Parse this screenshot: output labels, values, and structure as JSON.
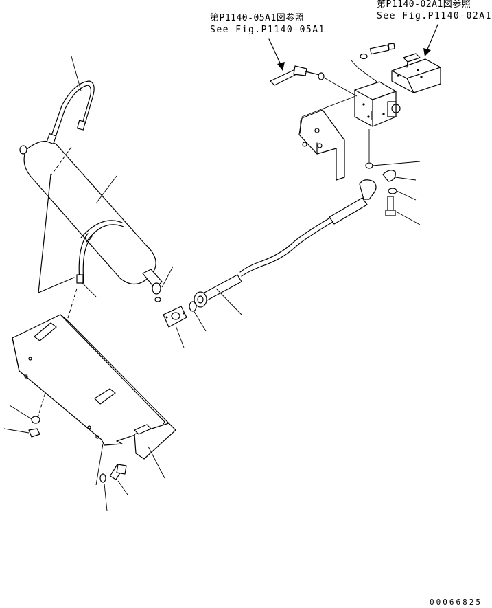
{
  "references": {
    "fig_a_jp": "第P1140-05A1図参照",
    "fig_a_en": "See Fig.P1140-05A1",
    "fig_b_jp": "第P1140-02A1図参照",
    "fig_b_en": "See Fig.P1140-02A1"
  },
  "drawing_number": "00066825"
}
